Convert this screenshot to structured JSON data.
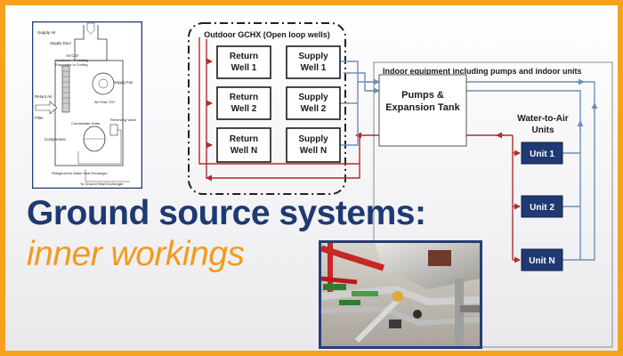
{
  "title": {
    "line1": "Ground source systems:",
    "line2": "inner workings"
  },
  "colors": {
    "border": "#f6a21c",
    "title_navy": "#1f3a72",
    "title_orange": "#f39a1d",
    "unit_fill": "#1f3a72",
    "supply_pipe": "#6f8fb8",
    "return_pipe": "#b42a2a"
  },
  "gchx": {
    "label": "Outdoor GCHX (Open loop wells)",
    "wells": [
      {
        "line1": "Return",
        "line2": "Well 1"
      },
      {
        "line1": "Supply",
        "line2": "Well 1"
      },
      {
        "line1": "Return",
        "line2": "Well 2"
      },
      {
        "line1": "Supply",
        "line2": "Well 2"
      },
      {
        "line1": "Return",
        "line2": "Well N"
      },
      {
        "line1": "Supply",
        "line2": "Well N"
      }
    ]
  },
  "indoor": {
    "label": "Indoor equipment including pumps and indoor units",
    "pumps": {
      "line1": "Pumps &",
      "line2": "Expansion Tank"
    },
    "wta": {
      "line1": "Water-to-Air",
      "line2": "Units"
    },
    "units": [
      "Unit 1",
      "Unit 2",
      "Unit N"
    ]
  },
  "schematic": {
    "labels": [
      "Supply Air",
      "Supply Duct",
      "Air Coil",
      "Condenser in Heating",
      "Evaporator in Cooling",
      "Return Air",
      "Filter",
      "Supply Fan",
      "Air Flow \"DX\"",
      "Condensate Drain",
      "Reversing Valve",
      "Compressor",
      "Refrigerant-to-Water Heat Exchanger",
      "To Ground Heat Exchanger"
    ]
  }
}
